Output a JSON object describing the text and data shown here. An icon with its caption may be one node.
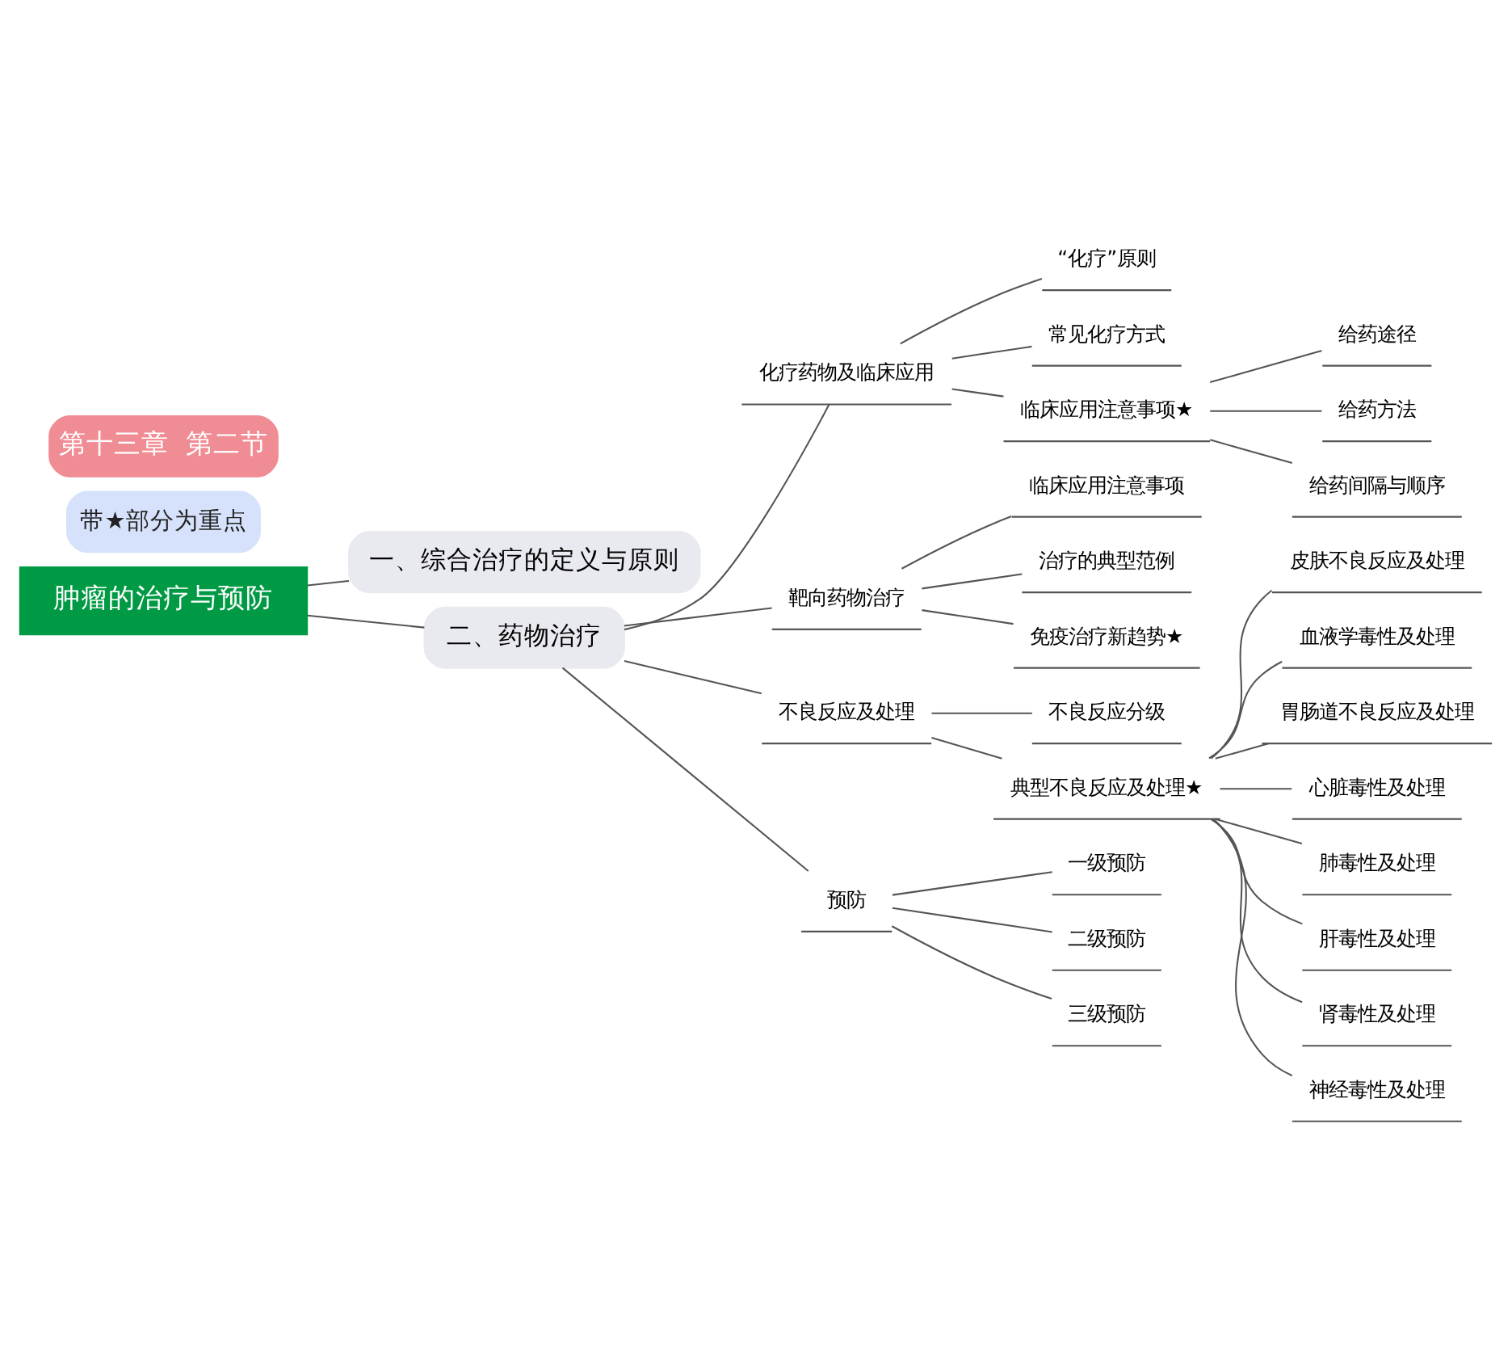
{
  "diagram": {
    "nodes": [
      {
        "text": [
          "第十三章  第二节"
        ]
      },
      {
        "text": [
          "带★部分为重点"
        ]
      },
      {
        "text": [
          "肿瘤的治疗与预防"
        ]
      },
      {
        "text": [
          "一、综合治疗的定义与原则"
        ]
      },
      {
        "text": [
          "二、药物治疗"
        ]
      },
      {
        "text": [
          "化疗药物及临床应用"
        ]
      },
      {
        "text": [
          "“化疗”原则"
        ]
      },
      {
        "text": [
          "常见化疗方式"
        ]
      },
      {
        "text": [
          "临床应用注意事项★"
        ]
      },
      {
        "text": [
          "给药途径"
        ]
      },
      {
        "text": [
          "给药方法"
        ]
      },
      {
        "text": [
          "给药间隔与顺序"
        ]
      },
      {
        "text": [
          "靶向药物治疗"
        ]
      },
      {
        "text": [
          "临床应用注意事项"
        ]
      },
      {
        "text": [
          "治疗的典型范例"
        ]
      },
      {
        "text": [
          "免疫治疗新趋势★"
        ]
      },
      {
        "text": [
          "不良反应及处理"
        ]
      },
      {
        "text": [
          "不良反应分级"
        ]
      },
      {
        "text": [
          "典型不良反应及处理★"
        ]
      },
      {
        "text": [
          "皮肤不良反应及处理"
        ]
      },
      {
        "text": [
          "血液学毒性及处理"
        ]
      },
      {
        "text": [
          "胃肠道不良反应及处理"
        ]
      },
      {
        "text": [
          "心脏毒性及处理"
        ]
      },
      {
        "text": [
          "肺毒性及处理"
        ]
      },
      {
        "text": [
          "肝毒性及处理"
        ]
      },
      {
        "text": [
          "肾毒性及处理"
        ]
      },
      {
        "text": [
          "神经毒性及处理"
        ]
      },
      {
        "text": [
          "预防"
        ]
      },
      {
        "text": [
          "一级预防"
        ]
      },
      {
        "text": [
          "二级预防"
        ]
      },
      {
        "text": [
          "三级预防"
        ]
      }
    ],
    "edges": [
      {
        "from": 2,
        "to": 3,
        "arrow": "none"
      },
      {
        "from": 2,
        "to": 4,
        "arrow": "none"
      },
      {
        "from": 4,
        "to": 5,
        "arrow": "none"
      },
      {
        "from": 5,
        "to": 6,
        "arrow": "none"
      },
      {
        "from": 5,
        "to": 7,
        "arrow": "none"
      },
      {
        "from": 5,
        "to": 8,
        "arrow": "none"
      },
      {
        "from": 8,
        "to": 9,
        "arrow": "none"
      },
      {
        "from": 8,
        "to": 10,
        "arrow": "none"
      },
      {
        "from": 8,
        "to": 11,
        "arrow": "none"
      },
      {
        "from": 4,
        "to": 12,
        "arrow": "none"
      },
      {
        "from": 12,
        "to": 13,
        "arrow": "none"
      },
      {
        "from": 12,
        "to": 14,
        "arrow": "none"
      },
      {
        "from": 12,
        "to": 15,
        "arrow": "none"
      },
      {
        "from": 4,
        "to": 16,
        "arrow": "none"
      },
      {
        "from": 16,
        "to": 17,
        "arrow": "none"
      },
      {
        "from": 16,
        "to": 18,
        "arrow": "none"
      },
      {
        "from": 18,
        "to": 19,
        "arrow": "none"
      },
      {
        "from": 18,
        "to": 20,
        "arrow": "none"
      },
      {
        "from": 18,
        "to": 21,
        "arrow": "none"
      },
      {
        "from": 18,
        "to": 22,
        "arrow": "none"
      },
      {
        "from": 18,
        "to": 23,
        "arrow": "none"
      },
      {
        "from": 18,
        "to": 24,
        "arrow": "none"
      },
      {
        "from": 18,
        "to": 25,
        "arrow": "none"
      },
      {
        "from": 18,
        "to": 26,
        "arrow": "none"
      },
      {
        "from": 4,
        "to": 27,
        "arrow": "none"
      },
      {
        "from": 27,
        "to": 28,
        "arrow": "none"
      },
      {
        "from": 27,
        "to": 29,
        "arrow": "none"
      },
      {
        "from": 27,
        "to": 30,
        "arrow": "none"
      }
    ]
  }
}
